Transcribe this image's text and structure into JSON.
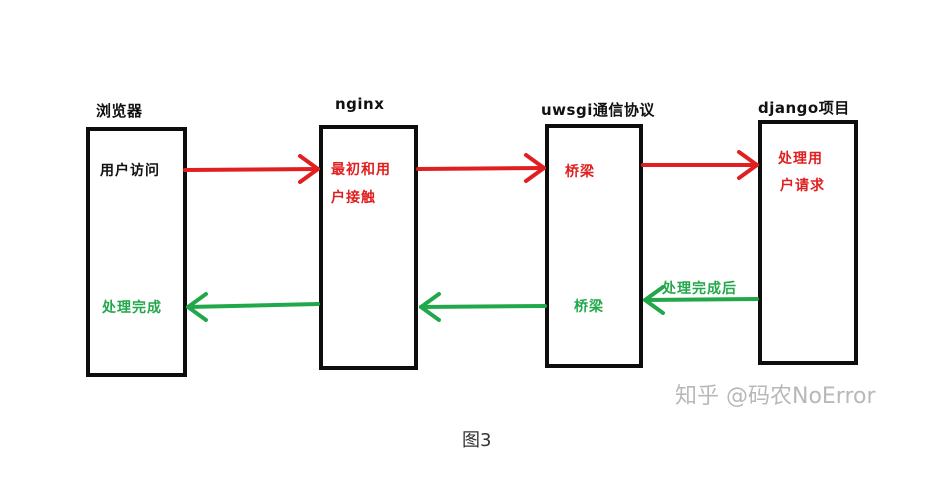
{
  "nodes": {
    "browser": {
      "title": "浏览器",
      "lines": [
        "用户访问"
      ],
      "bottom": "处理完成"
    },
    "nginx": {
      "title": "nginx",
      "lines": [
        "最初和用",
        "户接触"
      ]
    },
    "uwsgi": {
      "title": "uwsgi通信协议",
      "top": "桥梁",
      "bottom": "桥梁"
    },
    "django": {
      "title": "django项目",
      "lines": [
        "处理用",
        "户请求"
      ]
    }
  },
  "edge_labels": {
    "django_return": "处理完成后"
  },
  "colors": {
    "request": "#e02020",
    "response": "#22a84a",
    "box": "#0d0d0d"
  },
  "watermark": "知乎 @码农NoError",
  "caption": "图3"
}
